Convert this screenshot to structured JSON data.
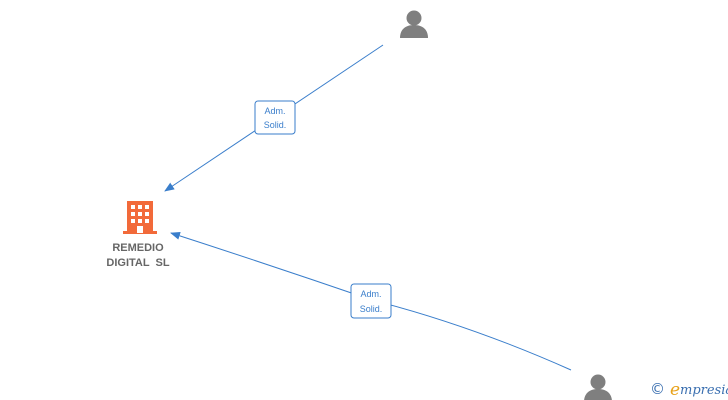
{
  "company": {
    "name_line1": "REMEDIO",
    "name_line2": "DIGITAL  SL",
    "icon": "building-icon",
    "icon_color": "#f26a3a"
  },
  "persons": [
    {
      "icon": "person-icon",
      "color": "#7f7f7f"
    },
    {
      "icon": "person-icon",
      "color": "#7f7f7f"
    }
  ],
  "relations": [
    {
      "from": "person-top",
      "to": "company",
      "label_line1": "Adm.",
      "label_line2": "Solid."
    },
    {
      "from": "person-bottom",
      "to": "company",
      "label_line1": "Adm.",
      "label_line2": "Solid."
    }
  ],
  "edge_color": "#3a7ecb",
  "brand": {
    "copyright": "©",
    "initial": "e",
    "rest": "mpresia"
  }
}
